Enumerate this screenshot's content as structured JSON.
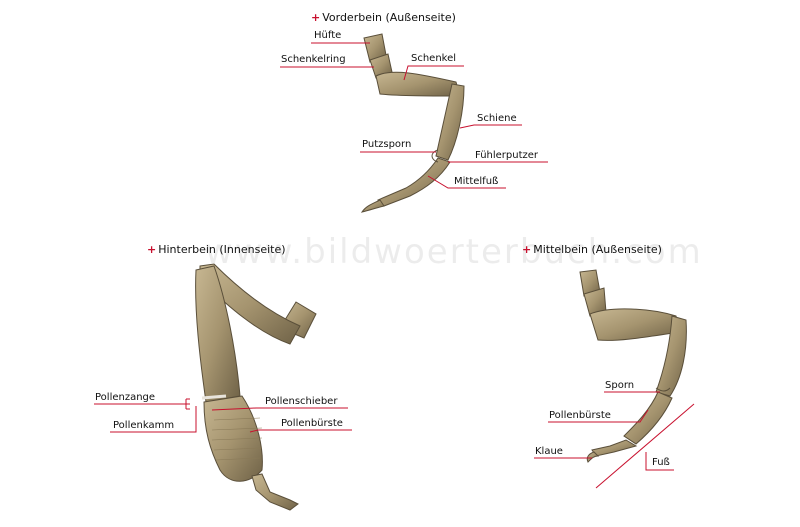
{
  "watermark": "www.bildwoerterbuch.com",
  "accent_color": "#c8102e",
  "leg_color": "#a5946f",
  "sections": {
    "front": {
      "title": "Vorderbein (Außenseite)"
    },
    "hind": {
      "title": "Hinterbein (Innenseite)"
    },
    "middle": {
      "title": "Mittelbein (Außenseite)"
    }
  },
  "labels": {
    "front": {
      "huefte": "Hüfte",
      "schenkelring": "Schenkelring",
      "schenkel": "Schenkel",
      "schiene": "Schiene",
      "putzsporn": "Putzsporn",
      "fuehlerputzer": "Fühlerputzer",
      "mittelfuss": "Mittelfuß"
    },
    "hind": {
      "pollenzange": "Pollenzange",
      "pollenkamm": "Pollenkamm",
      "pollenschieber": "Pollenschieber",
      "pollenbuerste": "Pollenbürste"
    },
    "middle": {
      "sporn": "Sporn",
      "pollenbuerste": "Pollenbürste",
      "klaue": "Klaue",
      "fuss": "Fuß"
    }
  }
}
